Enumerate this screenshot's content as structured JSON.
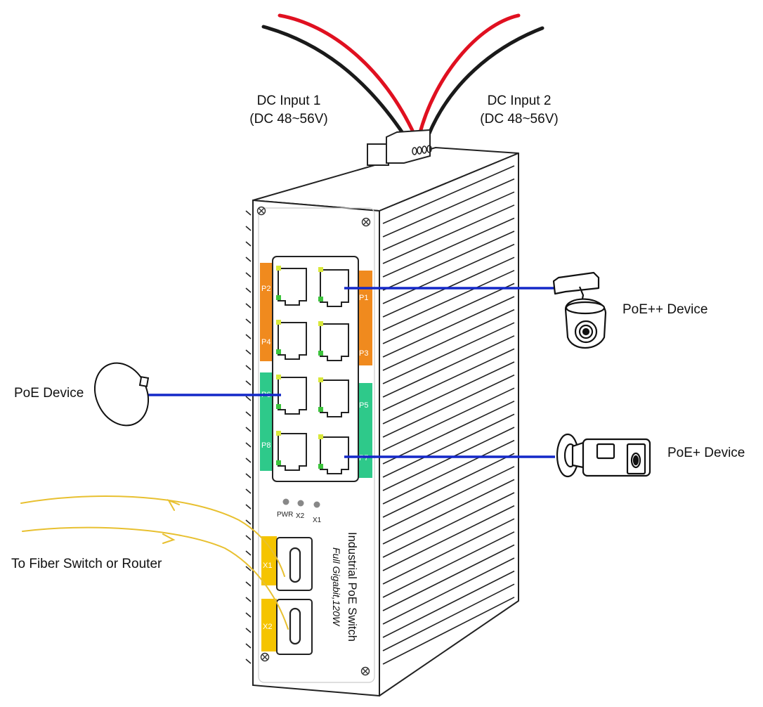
{
  "labels": {
    "dc_input_1": {
      "line1": "DC Input 1",
      "line2": "(DC 48~56V)"
    },
    "dc_input_2": {
      "line1": "DC Input 2",
      "line2": "(DC 48~56V)"
    },
    "poe_pp_device": "PoE++ Device",
    "poe_device": "PoE Device",
    "poe_plus_device": "PoE+ Device",
    "fiber_target": "To Fiber Switch or Router"
  },
  "switch": {
    "title": "Industrial PoE Switch",
    "subtitle": "Full Gigabit,120W",
    "ports": {
      "p1": "P1",
      "p2": "P2",
      "p3": "P3",
      "p4": "P4",
      "p5": "P5",
      "p6": "P6",
      "p7": "P7",
      "p8": "P8"
    },
    "sfp": {
      "x1": "X1",
      "x2": "X2"
    },
    "leds": {
      "pwr": "PWR",
      "x2": "X2",
      "x1": "X1"
    }
  },
  "colors": {
    "wire_red": "#e01020",
    "wire_black": "#1a1a1a",
    "cable_blue": "#1428c8",
    "fiber_yellow": "#e8c030",
    "group_orange": "#f08a1e",
    "group_green": "#2ec98a",
    "sfp_yellow": "#f5c400",
    "led_yellow": "#d9e83a",
    "led_green": "#3cc43c"
  }
}
